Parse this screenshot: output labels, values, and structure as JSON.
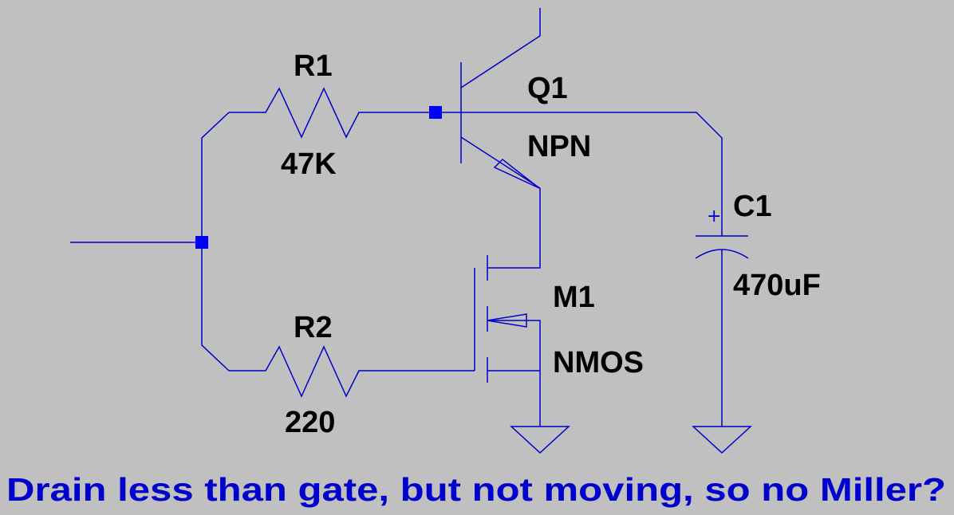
{
  "components": {
    "r1": {
      "ref": "R1",
      "value": "47K"
    },
    "r2": {
      "ref": "R2",
      "value": "220"
    },
    "q1": {
      "ref": "Q1",
      "value": "NPN"
    },
    "m1": {
      "ref": "M1",
      "value": "NMOS"
    },
    "c1": {
      "ref": "C1",
      "value": "470uF",
      "polarity_mark": "+"
    }
  },
  "caption": "Drain less than gate, but not moving, so no Miller?",
  "colors": {
    "background": "#c0c0c0",
    "wire": "#0000cc",
    "junction": "#0000ff",
    "label": "#000000",
    "caption": "#0000cc"
  }
}
